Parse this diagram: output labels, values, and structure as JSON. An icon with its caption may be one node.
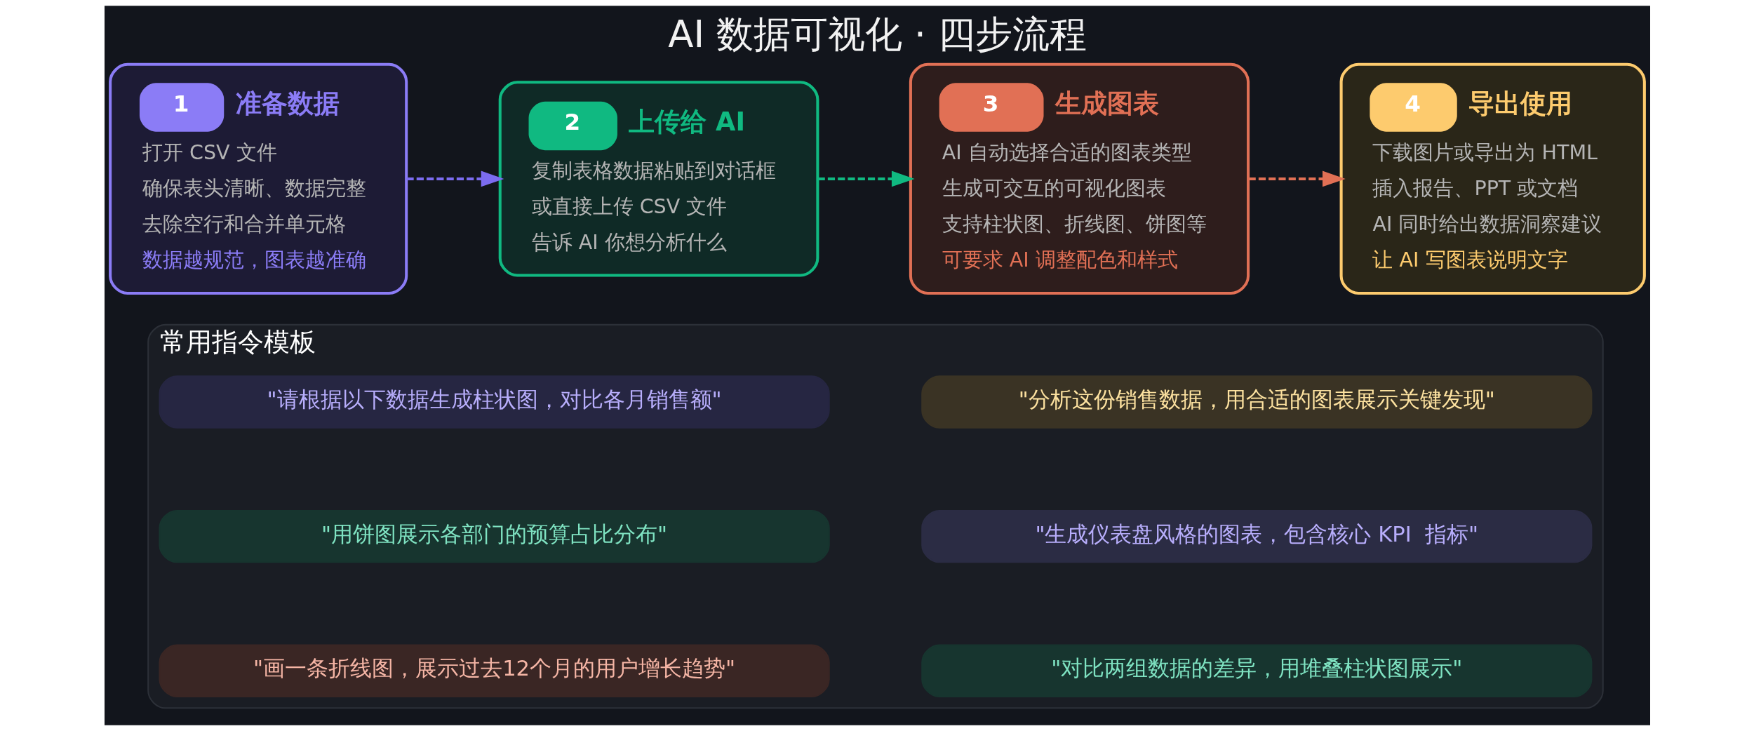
{
  "diagram": {
    "title": "AI 数据可视化 · 四步流程",
    "nodes": [
      {
        "text": [
          "1",
          "准备数据",
          "打开 CSV 文件",
          "确保表头清晰、数据完整",
          "去除空行和合并单元格",
          "数据越规范，图表越准确"
        ]
      },
      {
        "text": [
          "2",
          "上传给 AI",
          "复制表格数据粘贴到对话框",
          "或直接上传 CSV 文件",
          "告诉 AI 你想分析什么"
        ]
      },
      {
        "text": [
          "3",
          "生成图表",
          "AI 自动选择合适的图表类型",
          "生成可交互的可视化图表",
          "支持柱状图、折线图、饼图等",
          "可要求 AI 调整配色和样式"
        ]
      },
      {
        "text": [
          "4",
          "导出使用",
          "下载图片或导出为 HTML",
          "插入报告、PPT 或文档",
          "AI 同时给出数据洞察建议",
          "让 AI 写图表说明文字"
        ]
      },
      {
        "text": [
          "常用指令模板"
        ]
      },
      {
        "text": [
          "\"请根据以下数据生成柱状图，对比各月销售额\""
        ],
        "in": 4
      },
      {
        "text": [
          "\"分析这份销售数据，用合适的图表展示关键发现\""
        ],
        "in": 4
      },
      {
        "text": [
          "\"用饼图展示各部门的预算占比分布\""
        ],
        "in": 4
      },
      {
        "text": [
          "\"生成仪表盘风格的图表，包含核心 KPI  指标\""
        ],
        "in": 4
      },
      {
        "text": [
          "\"画一条折线图，展示过去12个月的用户增长趋势\""
        ],
        "in": 4
      },
      {
        "text": [
          "\"对比两组数据的差异，用堆叠柱状图展示\""
        ],
        "in": 4
      }
    ],
    "edges": [
      {
        "from": 0,
        "to": 1,
        "arrow": "to",
        "style": "dashed",
        "color": "#7c6cf0"
      },
      {
        "from": 1,
        "to": 2,
        "arrow": "to",
        "style": "dashed",
        "color": "#10b981"
      },
      {
        "from": 2,
        "to": 3,
        "arrow": "to",
        "style": "dashed",
        "color": "#e17055"
      }
    ]
  }
}
